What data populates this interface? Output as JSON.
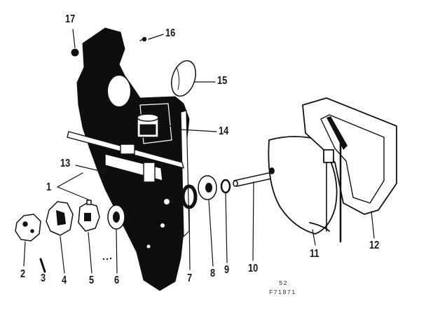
{
  "diagram": {
    "callouts": [
      "1",
      "2",
      "3",
      "4",
      "5",
      "6",
      "7",
      "8",
      "9",
      "10",
      "11",
      "12",
      "13",
      "14",
      "15",
      "16",
      "17"
    ],
    "page_code": "52",
    "figure_code": "F71871"
  }
}
